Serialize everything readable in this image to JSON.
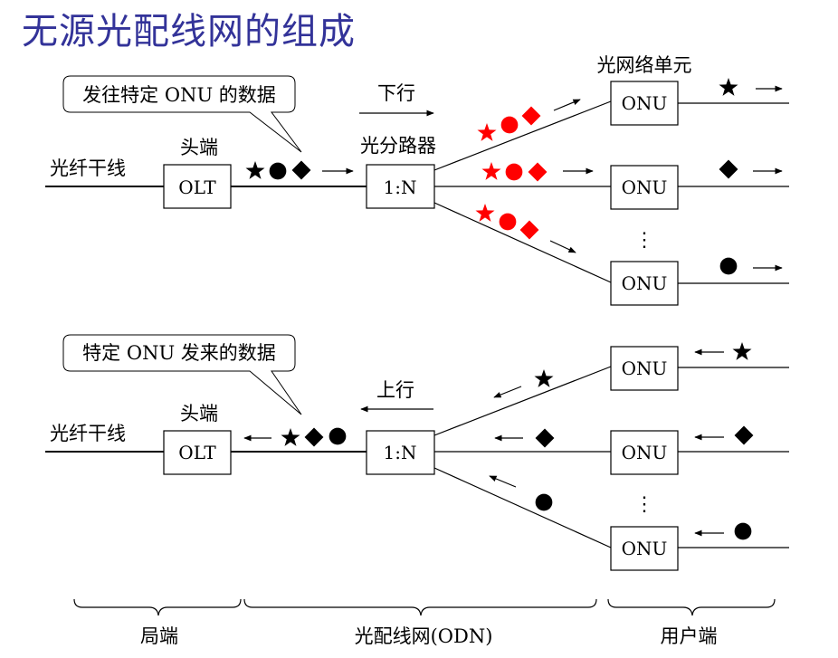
{
  "title": "无源光配线网的组成",
  "colors": {
    "title": "#333399",
    "highlight": "#ff0000",
    "ink": "#000000"
  },
  "downstream": {
    "callout": "发往特定 ONU 的数据",
    "direction": "下行",
    "trunk_label": "光纤干线",
    "head_label": "头端",
    "olt": "OLT",
    "splitter_label": "光分路器",
    "splitter": "1:N",
    "onu_unit_label": "光网络单元",
    "onus": [
      "ONU",
      "ONU",
      "ONU"
    ],
    "trunk_symbols": [
      "star",
      "circle",
      "diamond"
    ],
    "branch_symbols": [
      "star",
      "circle",
      "diamond"
    ],
    "delivered_symbols": [
      "star",
      "diamond",
      "circle"
    ],
    "ellipsis": "⋮"
  },
  "upstream": {
    "callout": "特定 ONU 发来的数据",
    "direction": "上行",
    "trunk_label": "光纤干线",
    "head_label": "头端",
    "olt": "OLT",
    "splitter": "1:N",
    "onus": [
      "ONU",
      "ONU",
      "ONU"
    ],
    "onu_symbols": [
      "star",
      "diamond",
      "circle"
    ],
    "branch_symbols": [
      "star",
      "diamond",
      "circle"
    ],
    "trunk_symbols": [
      "star",
      "diamond",
      "circle"
    ],
    "ellipsis": "⋮"
  },
  "bottom": {
    "central_office": "局端",
    "odn": "光配线网(ODN)",
    "user_side": "用户端"
  }
}
